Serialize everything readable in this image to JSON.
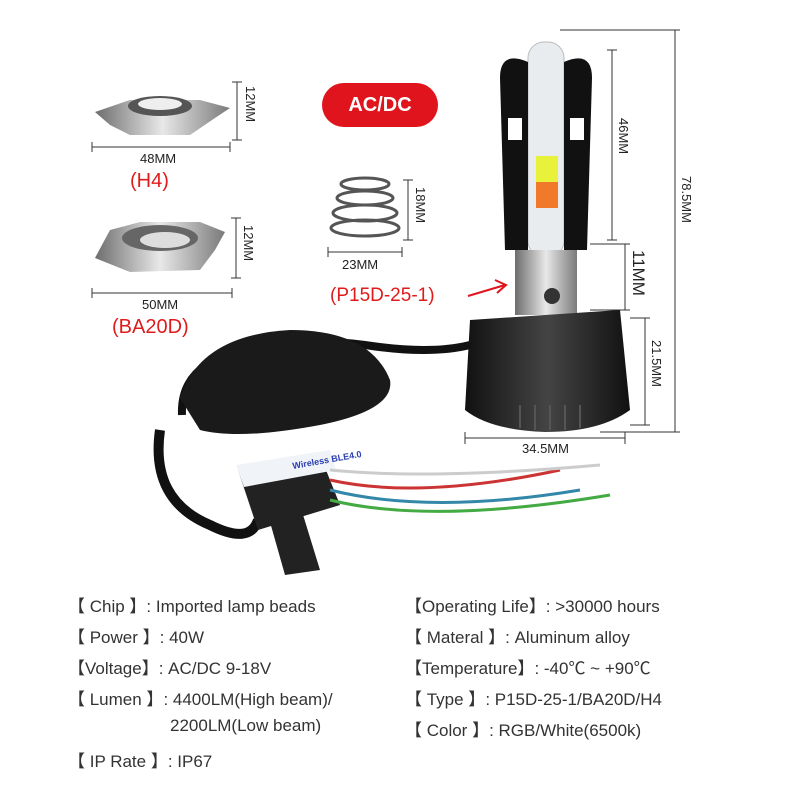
{
  "badge": "AC/DC",
  "dimensions": {
    "h4_height": "12MM",
    "h4_width": "48MM",
    "h4_label": "(H4)",
    "ba20d_height": "12MM",
    "ba20d_width": "50MM",
    "ba20d_label": "(BA20D)",
    "spring_height": "18MM",
    "spring_width": "23MM",
    "base_label": "(P15D-25-1)",
    "led_height": "46MM",
    "total_height": "78.5MM",
    "neck_height": "11MM",
    "body_height": "21.5MM",
    "body_width": "34.5MM"
  },
  "module_text": "Wireless BLE4.0",
  "colors": {
    "accent": "#e0141c"
  },
  "specs_left": [
    {
      "label": "【  Chip  】",
      "value": ": Imported lamp beads"
    },
    {
      "label": "【 Power 】",
      "value": ": 40W"
    },
    {
      "label": "【Voltage】",
      "value": ": AC/DC 9-18V"
    },
    {
      "label": "【 Lumen 】",
      "value": ": 4400LM(High beam)/"
    },
    {
      "label": "",
      "value": "2200LM(Low beam)"
    },
    {
      "label": "【 IP Rate 】",
      "value": ": IP67"
    }
  ],
  "specs_right": [
    {
      "label": "【Operating Life】",
      "value": ": >30000 hours"
    },
    {
      "label": "【     Materal     】",
      "value": ": Aluminum alloy"
    },
    {
      "label": "【Temperature】",
      "value": ": -40℃ ~ +90℃"
    },
    {
      "label": "【       Type       】",
      "value": ": P15D-25-1/BA20D/H4"
    },
    {
      "label": "【       Color       】",
      "value": ": RGB/White(6500k)"
    }
  ]
}
